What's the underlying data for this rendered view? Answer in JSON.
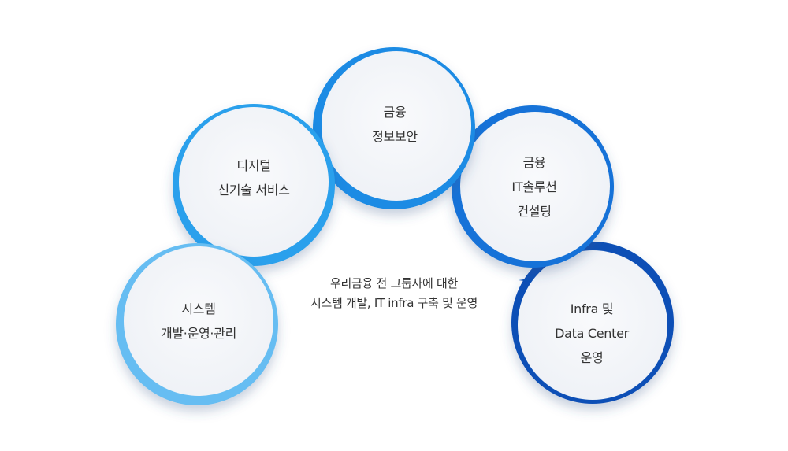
{
  "nodes": [
    {
      "id": "system",
      "lines": [
        "시스템",
        "개발·운영·관리"
      ],
      "color": "#66bdf2"
    },
    {
      "id": "digital",
      "lines": [
        "디지털",
        "신기술 서비스"
      ],
      "color": "#2aa0ec"
    },
    {
      "id": "security",
      "lines": [
        "금융",
        "정보보안"
      ],
      "color": "#1f8be4"
    },
    {
      "id": "consulting",
      "lines": [
        "금융",
        "IT솔루션",
        "컨설팅"
      ],
      "color": "#1272d8"
    },
    {
      "id": "infra",
      "lines": [
        "Infra 및",
        "Data Center",
        "운영"
      ],
      "color": "#0c4fb6"
    }
  ],
  "center_text": [
    "우리금융 전 그룹사에 대한",
    "시스템 개발, IT infra 구축 및 운영"
  ]
}
